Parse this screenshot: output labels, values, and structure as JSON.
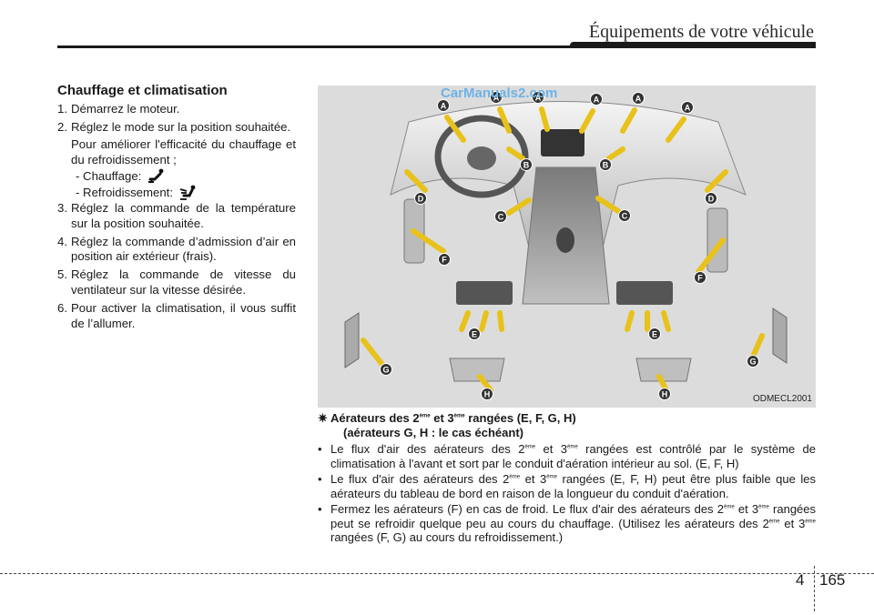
{
  "header": {
    "title": "Équipements de votre véhicule"
  },
  "section": {
    "title": "Chauffage et climatisation",
    "steps": [
      {
        "num": "1.",
        "text": "Démarrez le moteur."
      },
      {
        "num": "2.",
        "text": "Réglez le mode sur la position souhaitée."
      },
      {
        "num": "3.",
        "text": "Réglez la commande de la température sur la position souhaitée."
      },
      {
        "num": "4.",
        "text": "Réglez la commande d’admission d’air en position air extérieur (frais)."
      },
      {
        "num": "5.",
        "text": "Réglez la commande de vitesse du ventilateur sur la vitesse désirée."
      },
      {
        "num": "6.",
        "text": "Pour activer la climatisation, il vous suffit de l’allumer."
      }
    ],
    "note": "Pour améliorer l'efficacité du chauffage et du refroidissement ;",
    "heating_label": "- Chauffage:",
    "cooling_label": "- Refroidissement:"
  },
  "figure": {
    "code": "ODMECL2001",
    "watermark": "CarManuals2.com",
    "vent_labels": [
      "A",
      "A",
      "A",
      "A",
      "A",
      "A",
      "B",
      "B",
      "C",
      "C",
      "D",
      "D",
      "E",
      "E",
      "F",
      "F",
      "G",
      "G",
      "H",
      "H"
    ]
  },
  "caption": {
    "symbol": "✷",
    "title_a": " Aérateurs des 2",
    "sup1": "ème",
    "title_b": " et 3",
    "sup2": "ème",
    "title_c": " rangées (E, F, G, H)",
    "title_line2": "(aérateurs G, H : le cas échéant)",
    "b1_a": "Le flux d'air des aérateurs des 2",
    "b1_b": " et 3",
    "b1_c": " rangées est contrôlé par le système de climatisation à l'avant et sort par le conduit d'aération intérieur au sol. (E, F, H)",
    "b2_a": "Le flux d'air des aérateurs des 2",
    "b2_b": " et 3",
    "b2_c": " rangées (E, F, H) peut être plus faible que les aérateurs du tableau de bord en raison de la longueur du conduit d'aération.",
    "b3_a": "Fermez les aérateurs (F) en cas de froid. Le flux d'air des aérateurs des 2",
    "b3_b": " et 3",
    "b3_c": " rangées peut se refroidir quelque peu au cours du chauffage. (Utilisez les aérateurs des 2",
    "b3_d": " et 3",
    "b3_e": " rangées (F, G) au cours du refroidissement.)",
    "bullet": "•"
  },
  "footer": {
    "chapter": "4",
    "page": "165"
  },
  "colors": {
    "arrow": "#e8c21a",
    "figure_bg": "#dcdcdc",
    "label_bg": "#333333"
  }
}
